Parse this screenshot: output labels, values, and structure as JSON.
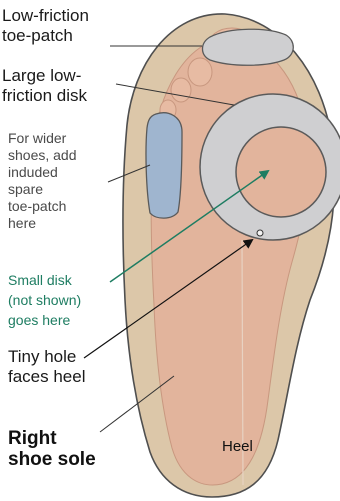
{
  "labels": {
    "toe_patch": "Low-friction\ntoe-patch",
    "large_disk": "Large low-\nfriction disk",
    "wider_shoes": "For wider\nshoes, add\ninduded\nspare\ntoe-patch\nhere",
    "small_disk": "Small disk\n(not shown)\ngoes here",
    "tiny_hole": "Tiny hole\nfaces heel",
    "sole": "Right\nshoe sole",
    "heel": "Heel"
  },
  "colors": {
    "sole_outer": "#dcc7a9",
    "skin": "#e2b49c",
    "disk": "#cfcfd1",
    "spare_patch": "#9fb5cf",
    "arrow_teal": "#1e7d62",
    "label_green": "#1e7d62"
  }
}
